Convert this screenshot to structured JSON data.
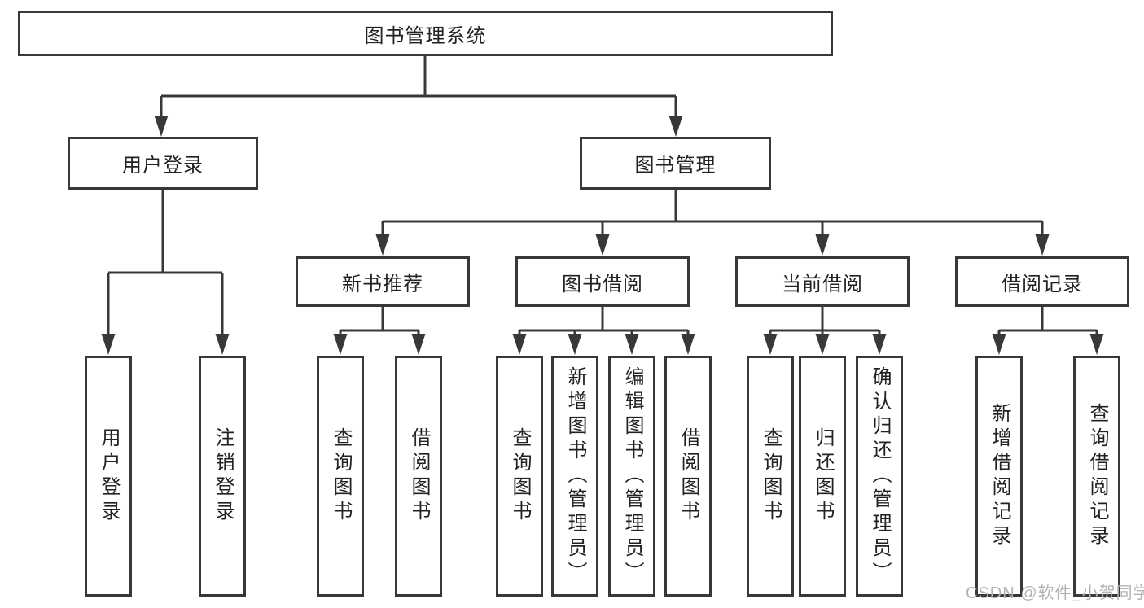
{
  "tree": {
    "label": "图书管理系统",
    "children": [
      {
        "label": "用户登录",
        "children": [
          {
            "label": "用户登录"
          },
          {
            "label": "注销登录"
          }
        ]
      },
      {
        "label": "图书管理",
        "children": [
          {
            "label": "新书推荐",
            "children": [
              {
                "label": "查询图书"
              },
              {
                "label": "借阅图书"
              }
            ]
          },
          {
            "label": "图书借阅",
            "children": [
              {
                "label": "查询图书"
              },
              {
                "label": "新增图书（管理员）"
              },
              {
                "label": "编辑图书（管理员）"
              },
              {
                "label": "借阅图书"
              }
            ]
          },
          {
            "label": "当前借阅",
            "children": [
              {
                "label": "查询图书"
              },
              {
                "label": "归还图书"
              },
              {
                "label": "确认归还（管理员）"
              }
            ]
          },
          {
            "label": "借阅记录",
            "children": [
              {
                "label": "新增借阅记录"
              },
              {
                "label": "查询借阅记录"
              }
            ]
          }
        ]
      }
    ]
  },
  "watermark": {
    "text": "CSDN @软件_小贺同学"
  },
  "colors": {
    "line": "#383838",
    "box_border": "#383838",
    "text": "#222222",
    "watermark": "#b3b3b3",
    "background": "#ffffff"
  }
}
